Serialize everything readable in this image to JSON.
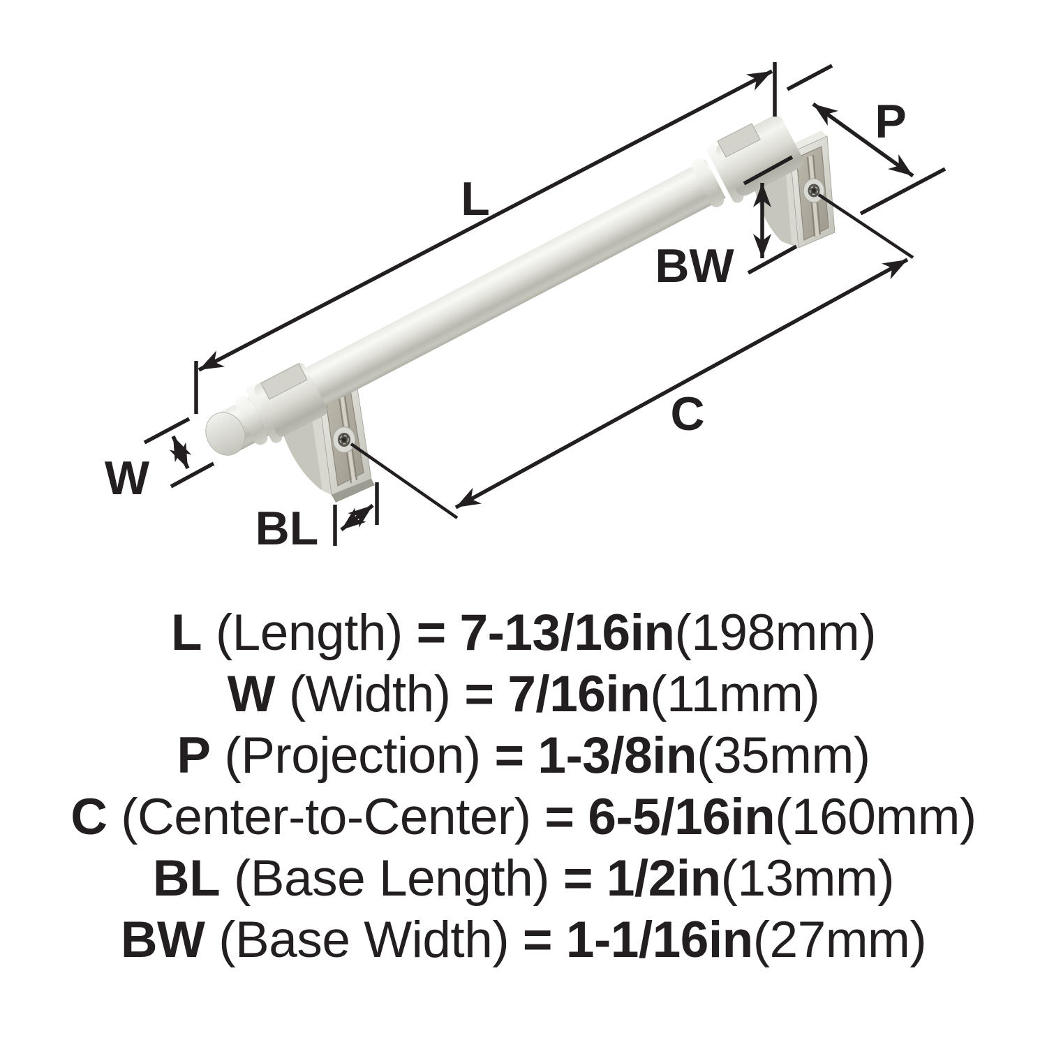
{
  "diagram": {
    "title": "cabinet-pull-dimension-diagram",
    "finish_colors": {
      "metal_highlight": "#f8f8f5",
      "metal_mid": "#d6d6cf",
      "metal_shadow": "#a9a9a0",
      "ink": "#231f20",
      "background": "#ffffff"
    },
    "dim_labels": {
      "L": "L",
      "P": "P",
      "BW": "BW",
      "C": "C",
      "W": "W",
      "BL": "BL"
    }
  },
  "specs": [
    {
      "key": "L",
      "label": "(Length)",
      "equals": "=",
      "value": "7-13/16in",
      "metric": "(198mm)"
    },
    {
      "key": "W",
      "label": "(Width)",
      "equals": "=",
      "value": "7/16in",
      "metric": "(11mm)"
    },
    {
      "key": "P",
      "label": "(Projection)",
      "equals": "=",
      "value": "1-3/8in",
      "metric": "(35mm)"
    },
    {
      "key": "C",
      "label": "(Center-to-Center)",
      "equals": "=",
      "value": "6-5/16in",
      "metric": "(160mm)"
    },
    {
      "key": "BL",
      "label": "(Base Length)",
      "equals": "=",
      "value": "1/2in",
      "metric": "(13mm)"
    },
    {
      "key": "BW",
      "label": "(Base Width)",
      "equals": "=",
      "value": "1-1/16in",
      "metric": "(27mm)"
    }
  ]
}
